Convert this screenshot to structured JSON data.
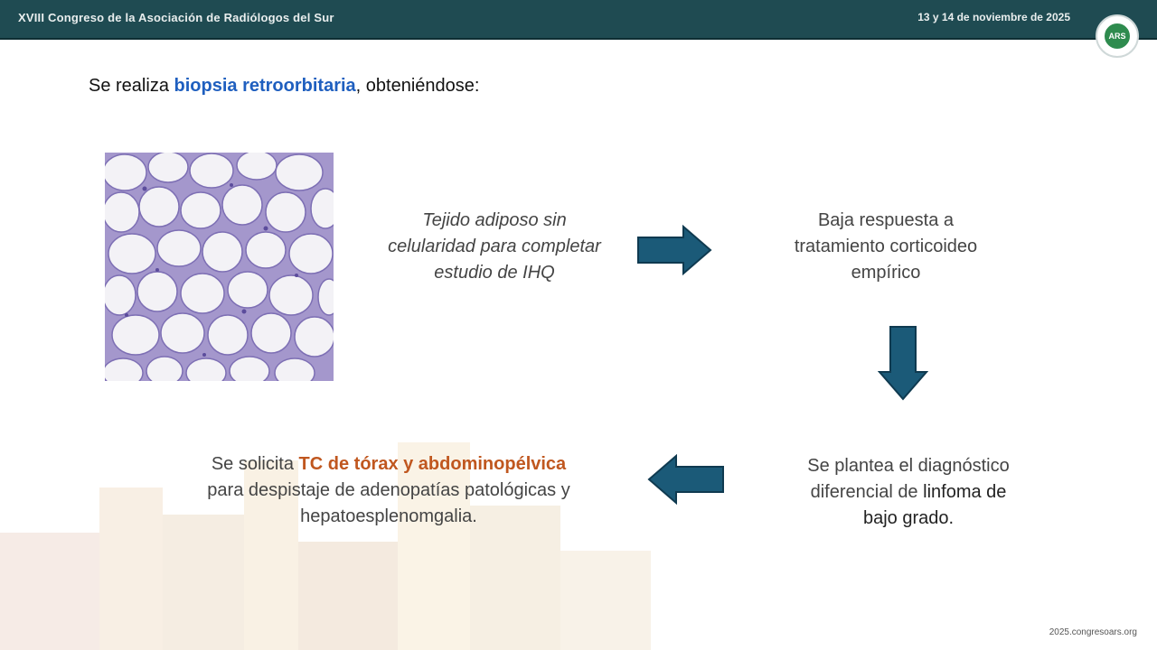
{
  "header": {
    "title": "XVIII Congreso de la Asociación de Radiólogos del Sur",
    "date": "13 y 14 de noviembre de 2025",
    "logo_text": "ARS"
  },
  "intro": {
    "prefix": "Se realiza ",
    "highlight": "biopsia retroorbitaria",
    "suffix": ", obteniéndose:"
  },
  "histology_text": {
    "line1": "Tejido adiposo sin",
    "line2": "celularidad para  completar",
    "line3": "estudio  de IHQ"
  },
  "response_text": {
    "line1": "Baja respuesta a",
    "line2": "tratamiento corticoideo",
    "line3": "empírico"
  },
  "diagnosis_text": {
    "line1": "Se plantea el diagnóstico",
    "line2_prefix": "diferencial de ",
    "line2_highlight": "linfoma de",
    "line3": "bajo grado."
  },
  "ct_text": {
    "prefix": "Se solicita ",
    "highlight": "TC de tórax y abdominopélvica",
    "line2": "para despistaje de adenopatías patológicas y",
    "line3": "hepatoesplenomgalia."
  },
  "footer": {
    "url": "2025.congresoars.org"
  },
  "colors": {
    "header_bg": "#1f4b52",
    "highlight_blue": "#1f5fbf",
    "highlight_orange": "#c0571f",
    "arrow_fill": "#1b5a78",
    "arrow_stroke": "#0f3a50"
  }
}
